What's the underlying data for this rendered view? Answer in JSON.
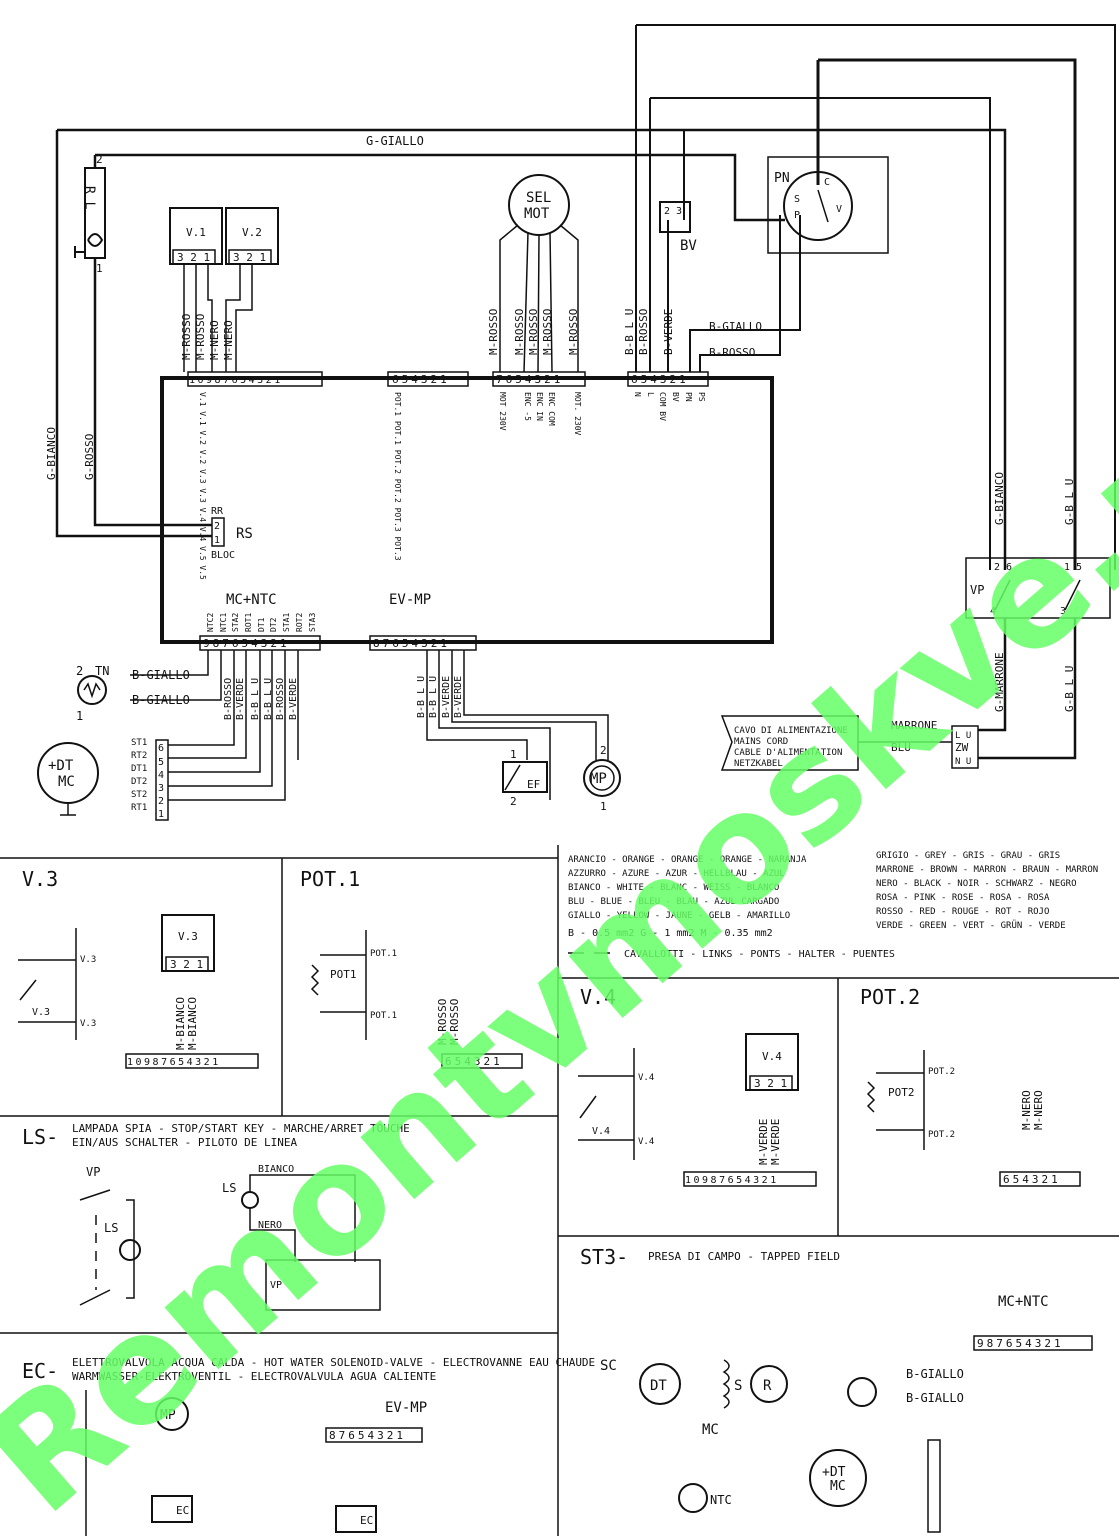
{
  "watermark": "Remontvmoskve.ru",
  "main": {
    "labels": {
      "g_giallo": "G-GIALLO",
      "g_bianco": "G-BIANCO",
      "g_rosso": "G-ROSSO",
      "g_bianco_right": "G-BIANCO",
      "g_blu_right": "G-B L U",
      "g_marrone": "G-MARRONE",
      "g_blu_right2": "G-B L U",
      "rl": "R L",
      "rs": "RS",
      "rr": "RR",
      "bloc": "BLOC",
      "sel_mot_1": "SEL",
      "sel_mot_2": "MOT",
      "bv": "BV",
      "pn": "PN",
      "mc_ntc": "MC+NTC",
      "ev_mp": "EV-MP",
      "tn": "TN",
      "dt_mc_1": "+DT",
      "dt_mc_2": "MC",
      "ef": "EF",
      "mp": "MP",
      "vp": "VP",
      "zw": "ZW",
      "b_giallo_1": "B-GIALLO",
      "b_giallo_2": "B-GIALLO",
      "b_giallo_top": "B-GIALLO",
      "b_rosso_top": "B-ROSSO",
      "marrone": "MARRONE",
      "blu": "BLU"
    },
    "cord_note": [
      "CAVO DI ALIMENTAZIONE",
      "MAINS CORD",
      "CABLE D'ALIMENTATION",
      "NETZKABEL"
    ],
    "connector_v": [
      "10",
      "9",
      "8",
      "7",
      "6",
      "5",
      "4",
      "3",
      "2",
      "1"
    ],
    "connector_pot": [
      "6",
      "5",
      "4",
      "3",
      "2",
      "1"
    ],
    "connector_mot": [
      "7",
      "6",
      "5",
      "4",
      "3",
      "2",
      "1"
    ],
    "connector_bv": [
      "6",
      "5",
      "4",
      "3",
      "2",
      "1"
    ],
    "connector_mc": [
      "9",
      "8",
      "7",
      "6",
      "5",
      "4",
      "3",
      "2",
      "1"
    ],
    "connector_ev": [
      "8",
      "7",
      "6",
      "5",
      "4",
      "3",
      "2",
      "1"
    ]
  },
  "legend": {
    "colors": [
      "ARANCIO  - ORANGE - ORANGE - ORANGE  - NARANJA",
      "AZZURRO  - AZURE  - AZUR   - HELLBLAU - AZUL",
      "BIANCO   - WHITE  - BLANC  - WEISS   - BLANCO",
      "BLU      - BLUE   - BLEU   - BLAU    - AZUL CARGADO",
      "GIALLO   - YELLOW - JAUNE  - GELB    - AMARILLO"
    ],
    "colors2": [
      "GRIGIO  - GREY  - GRIS   - GRAU    - GRIS",
      "MARRONE - BROWN - MARRON - BRAUN   - MARRON",
      "NERO    - BLACK - NOIR   - SCHWARZ - NEGRO",
      "ROSA    - PINK  - ROSE   - ROSA    - ROSA",
      "ROSSO   - RED   - ROUGE  - ROT     - ROJO",
      "VERDE   - GREEN - VERT   - GRÜN    - VERDE"
    ],
    "sections": "B - 0.5 mm2     G - 1 mm2     M - 0.35 mm2",
    "links": "CAVALLOTTI - LINKS - PONTS - HALTER - PUENTES"
  },
  "panels": {
    "v3": "V.3",
    "pot1": "POT.1",
    "v4": "V.4",
    "pot2": "POT.2",
    "ls_title": "LS-",
    "ls_desc1": "LAMPADA SPIA - STOP/START KEY - MARCHE/ARRET TOUCHE",
    "ls_desc2": "EIN/AUS SCHALTER - PILOTO DE LINEA",
    "ec_title": "EC-",
    "ec_desc1": "ELETTROVALVOLA ACQUA CALDA - HOT WATER SOLENOID-VALVE - ELECTROVANNE EAU CHAUDE",
    "ec_desc2": "WARMWASSER-ELEKTROVENTIL - ELECTROVALVULA AGUA CALIENTE",
    "st3_title": "ST3-",
    "st3_desc": "PRESA DI CAMPO - TAPPED FIELD",
    "sc": "SC",
    "dt": "DT",
    "s": "S",
    "r": "R",
    "mc": "MC",
    "ntc": "NTC",
    "bianco": "BIANCO",
    "nero": "NERO",
    "m_bianco": "M-BIANCO",
    "m_rosso": "M-ROSSO",
    "m_verde": "M-VERDE",
    "m_nero": "M-NERO",
    "pot1_label": "POT1",
    "pot2_label": "POT2"
  }
}
